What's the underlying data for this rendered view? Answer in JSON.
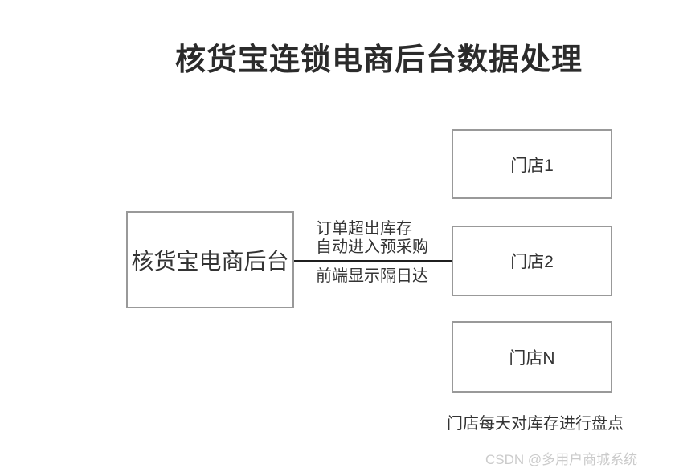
{
  "title": "核货宝连锁电商后台数据处理",
  "diagram": {
    "main_box": {
      "label": "核货宝电商后台"
    },
    "stores": [
      {
        "label": "门店1"
      },
      {
        "label": "门店2"
      },
      {
        "label": "门店N"
      }
    ],
    "edge_labels": {
      "above_line1": "订单超出库存",
      "above_line2": "自动进入预采购",
      "below_line": "前端显示隔日达"
    },
    "bottom_note": "门店每天对库存进行盘点"
  },
  "watermark": "CSDN @多用户商城系统",
  "colors": {
    "background": "#ffffff",
    "box_border": "#999999",
    "connector_line": "#1f1f1f",
    "text": "#333333",
    "title_text": "#2b2b2b",
    "watermark_text": "#cbcbcb"
  }
}
